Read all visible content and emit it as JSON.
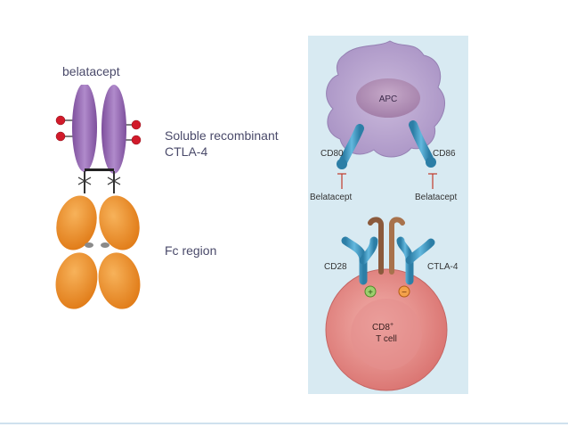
{
  "slide": {
    "title_label": "belatacept",
    "label_ctla4_line1": "Soluble recombinant",
    "label_ctla4_line2": "CTLA-4",
    "label_fc": "Fc region"
  },
  "figure": {
    "apc": "APC",
    "cd80": "CD80",
    "cd86": "CD86",
    "belatacept_left": "Belatacept",
    "belatacept_right": "Belatacept",
    "cd28": "CD28",
    "ctla4": "CTLA-4",
    "tcell_line1": "CD8",
    "tcell_sup": "+",
    "tcell_line2": "T cell",
    "plus_sign": "+",
    "minus_sign": "−"
  },
  "colors": {
    "ctla4_domain": "#9b6bb5",
    "fc_domain": "#f0902c",
    "red_glycan": "#d11a2a",
    "figure_background": "#d8eaf2",
    "apc_cell": "#b9a6cf",
    "t_cell": "#e0888a",
    "receptor_blue": "#3f9fc9"
  }
}
